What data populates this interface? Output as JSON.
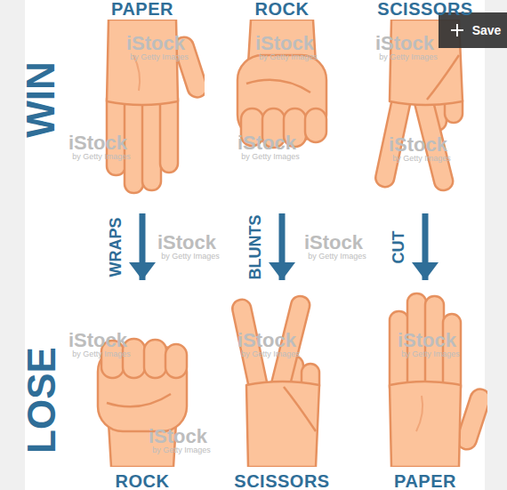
{
  "diagram": {
    "nodes": [
      {
        "text": [
          "PAPER"
        ]
      },
      {
        "text": [
          "ROCK"
        ]
      },
      {
        "text": [
          "SCISSORS"
        ]
      },
      {
        "text": [
          "ROCK"
        ]
      },
      {
        "text": [
          "SCISSORS"
        ]
      },
      {
        "text": [
          "PAPER"
        ]
      }
    ],
    "edges": [
      {
        "from": 0,
        "to": 3,
        "arrow": "to",
        "label": "WRAPS"
      },
      {
        "from": 1,
        "to": 4,
        "arrow": "to",
        "label": "BLUNTS"
      },
      {
        "from": 2,
        "to": 5,
        "arrow": "to",
        "label": "CUT"
      }
    ],
    "labels": [
      "WIN",
      "LOSE",
      "Save",
      "iStock",
      "by Getty Images",
      "iStock",
      "by Getty Images",
      "iStock",
      "by Getty Images",
      "iStock",
      "by Getty Images",
      "iStock",
      "by Getty Images",
      "iStock",
      "by Getty Images",
      "iStock",
      "by Getty Images",
      "iStock",
      "by Getty Images",
      "iStock",
      "by Getty Images",
      "iStock",
      "by Getty Images",
      "iStock",
      "by Getty Images",
      "iStock",
      "by Getty Images"
    ]
  }
}
